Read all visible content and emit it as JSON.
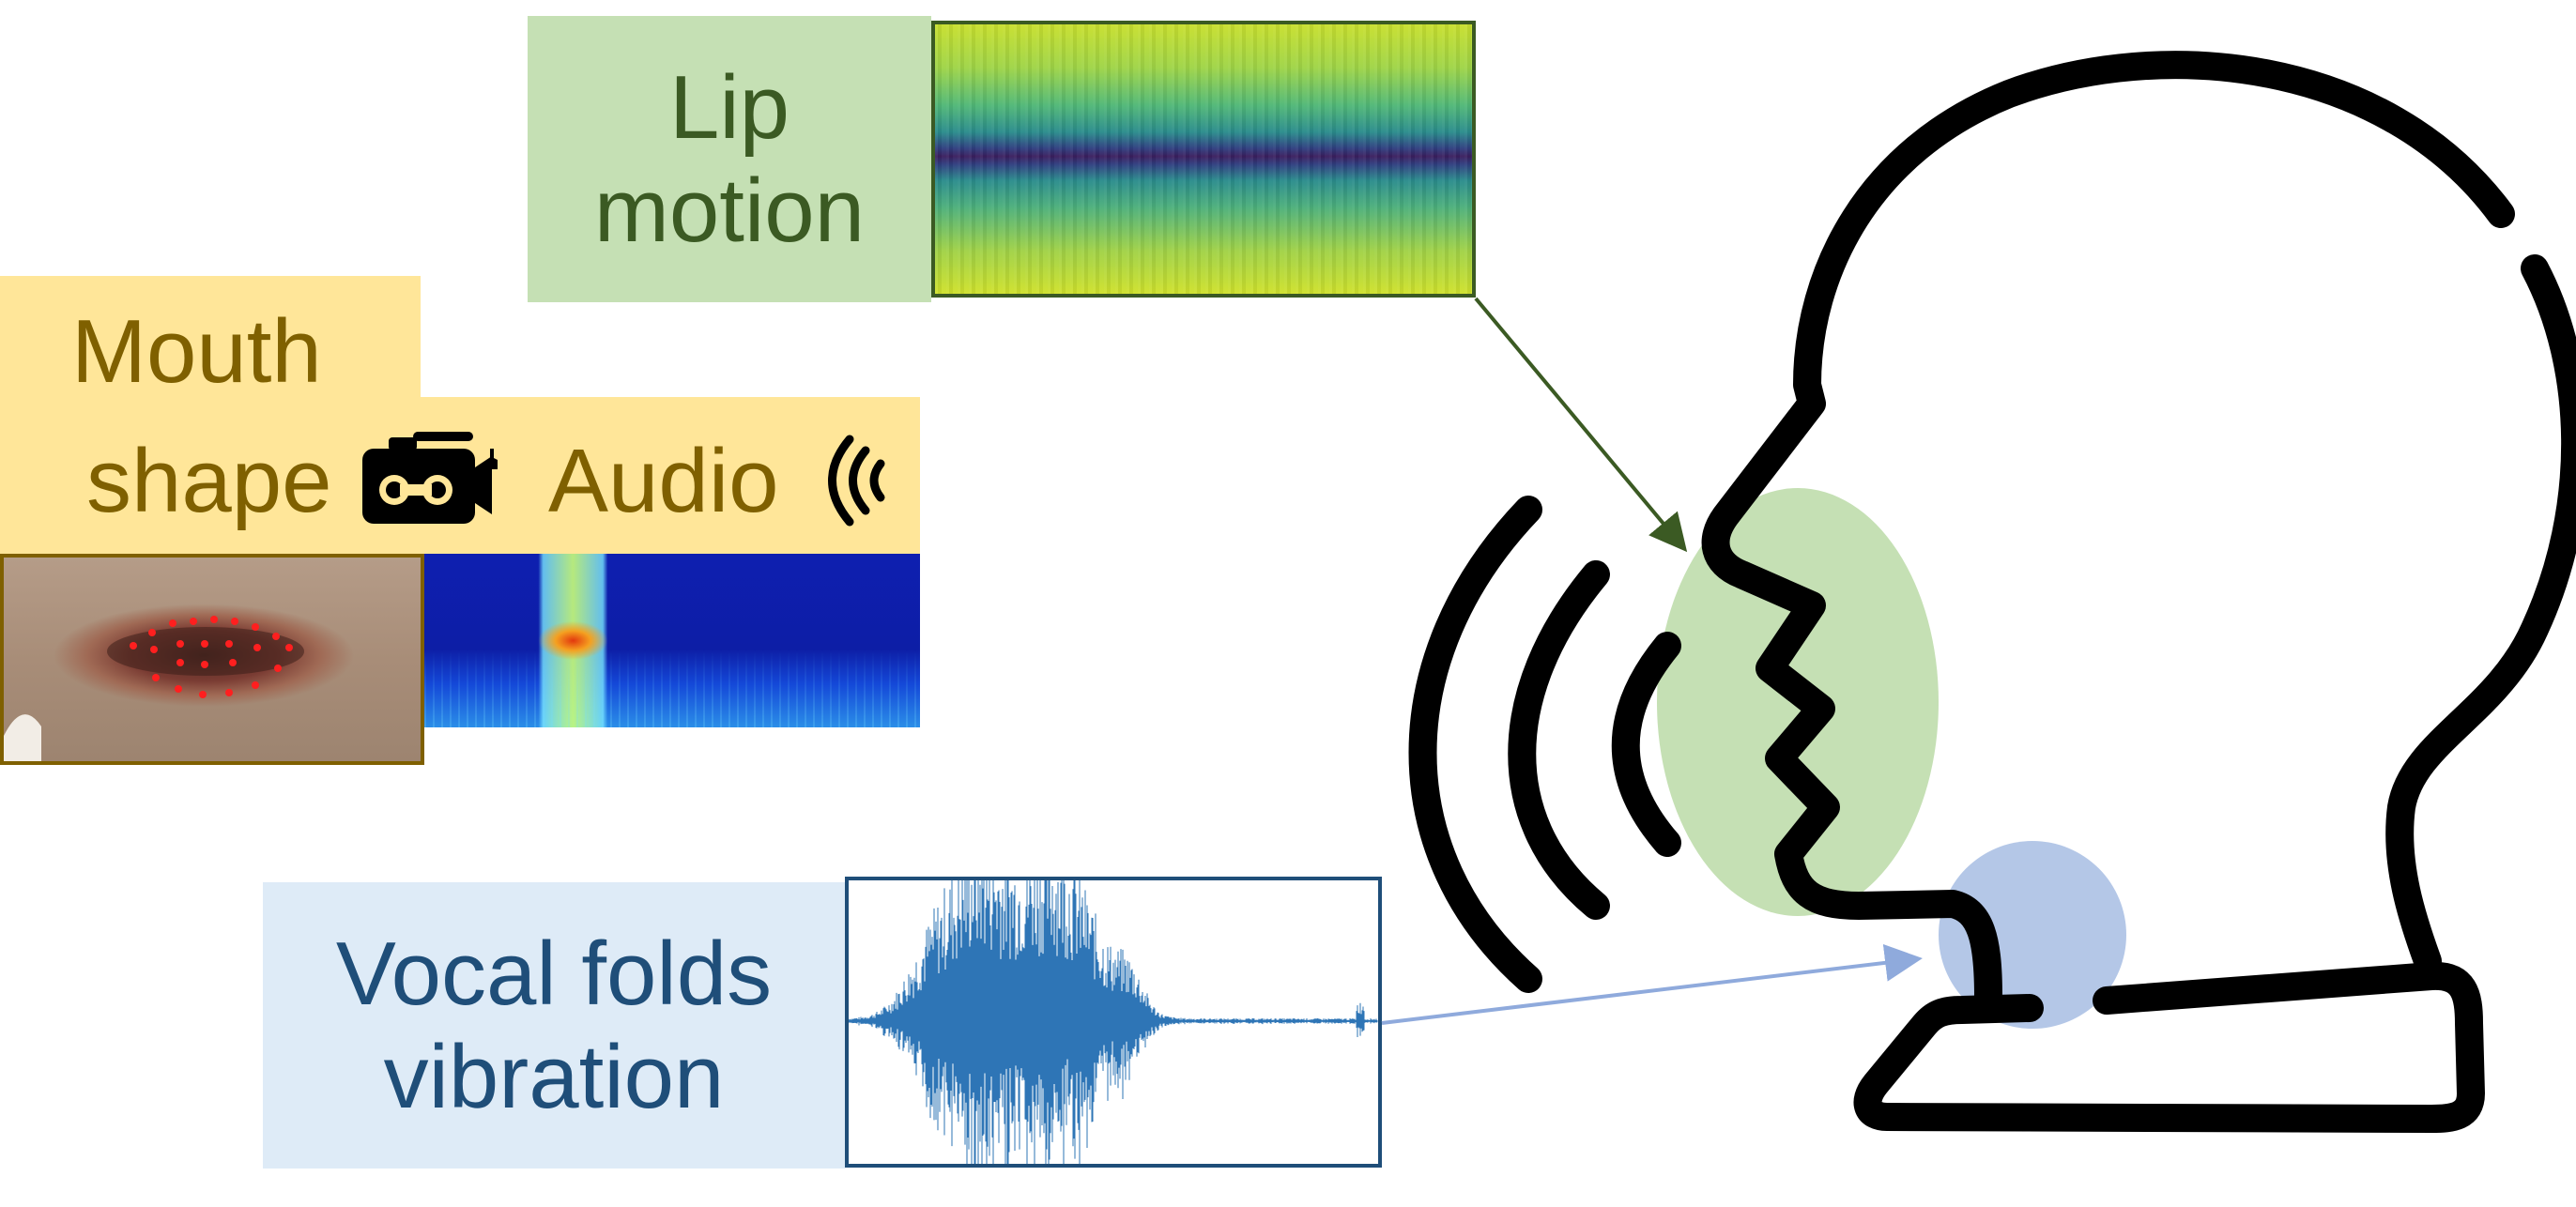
{
  "labels": {
    "lip_motion_line1": "Lip",
    "lip_motion_line2": "motion",
    "mouth_shape_line1": "Mouth",
    "mouth_shape_line2": "shape",
    "audio": "Audio",
    "vocal_folds_line1": "Vocal folds",
    "vocal_folds_line2": "vibration"
  },
  "icons": {
    "camera": "video-camera-icon",
    "sound": "sound-waves-icon",
    "head": "speaking-head-icon"
  },
  "colors": {
    "lip_green": "#c5e0b4",
    "lip_text": "#3b5a23",
    "mouth_yellow": "#ffe699",
    "mouth_text": "#7f6000",
    "vocal_blue": "#deebf7",
    "vocal_text": "#1f4e79",
    "waveform": "#2e75b6",
    "mouth_region": "#c5e0b4",
    "throat_region": "#b4c7e7"
  }
}
